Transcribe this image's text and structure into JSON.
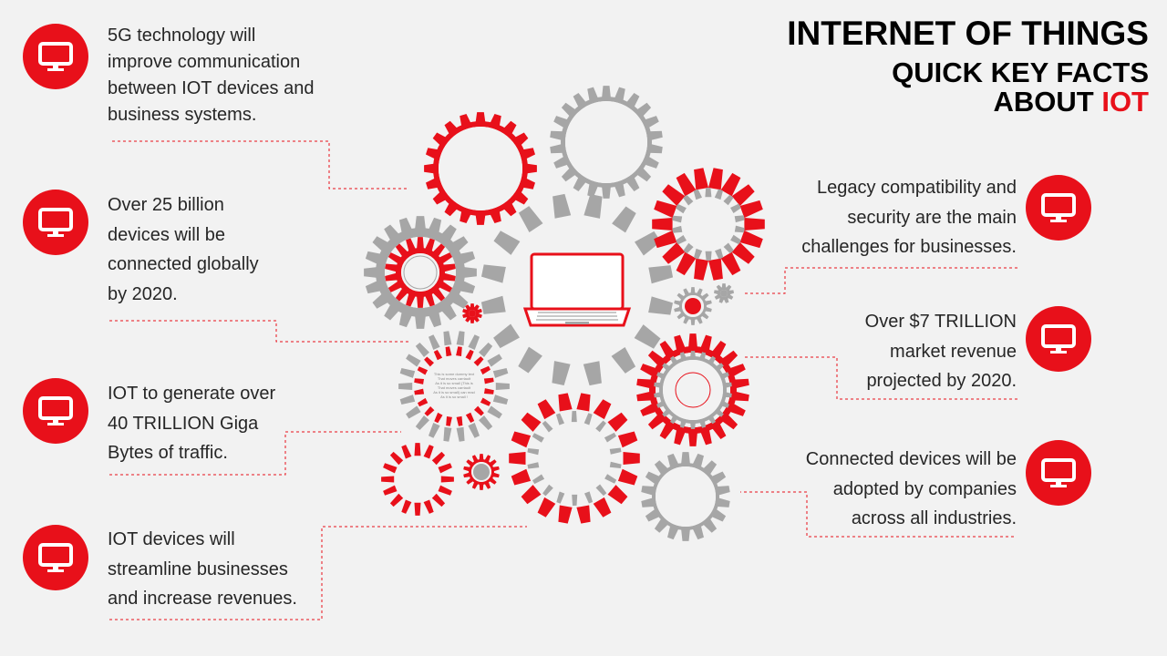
{
  "title": {
    "line1": "INTERNET OF THINGS",
    "line2": "QUICK KEY FACTS",
    "line3_prefix": "ABOUT ",
    "line3_highlight": "IOT"
  },
  "left_facts": [
    {
      "lines": [
        "5G technology will",
        "improve communication",
        "between IOT devices and",
        "business systems."
      ],
      "icon": "monitor-icon"
    },
    {
      "lines": [
        "Over 25 billion",
        "devices will be",
        "connected globally",
        "by 2020."
      ],
      "icon": "monitor-icon"
    },
    {
      "lines": [
        "IOT to generate over",
        "40 TRILLION Giga",
        "Bytes of traffic."
      ],
      "icon": "monitor-icon"
    },
    {
      "lines": [
        "IOT devices will",
        "streamline businesses",
        "and increase revenues."
      ],
      "icon": "monitor-icon"
    }
  ],
  "right_facts": [
    {
      "lines": [
        "Legacy compatibility and",
        "security are the main",
        "challenges for businesses."
      ],
      "icon": "monitor-icon"
    },
    {
      "lines": [
        "Over $7 TRILLION",
        "market revenue",
        "projected by 2020."
      ],
      "icon": "monitor-icon"
    },
    {
      "lines": [
        "Connected devices will be",
        "adopted by companies",
        "across all industries."
      ],
      "icon": "monitor-icon"
    }
  ],
  "center_icon": "laptop-icon",
  "colors": {
    "accent": "#e8101a",
    "gear_gray": "#a6a6a6",
    "text": "#262626",
    "background": "#f2f2f2"
  }
}
